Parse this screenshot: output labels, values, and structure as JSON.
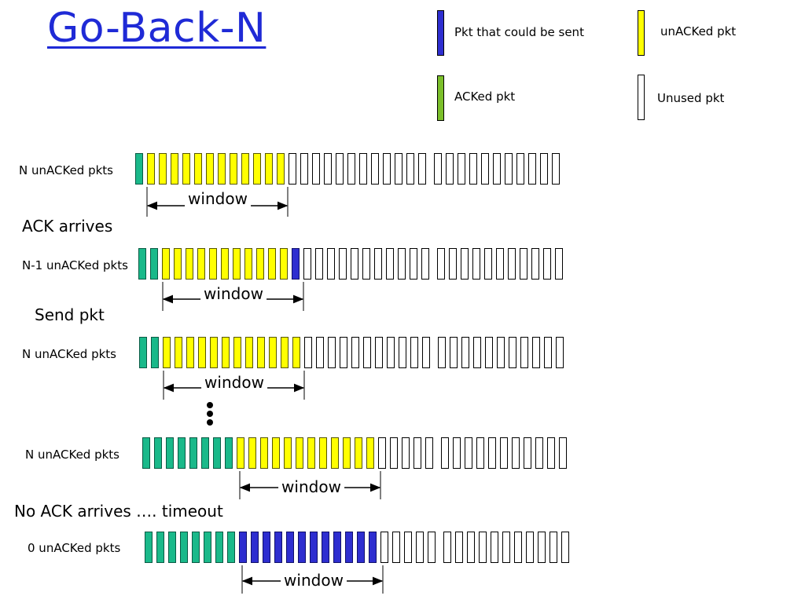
{
  "title": "Go-Back-N",
  "colors": {
    "acked": "#1ab98a",
    "unacked": "#ffff00",
    "sendable": "#2e2ed0",
    "unused": "#ffffff",
    "title": "#1f2ad6"
  },
  "legend": [
    {
      "key": "sendable",
      "label": "Pkt that could be sent"
    },
    {
      "key": "unacked",
      "label": "unACKed pkt"
    },
    {
      "key": "acked",
      "label": "ACKed pkt"
    },
    {
      "key": "unused",
      "label": "Unused pkt"
    }
  ],
  "captions": {
    "ack_arrives": "ACK arrives",
    "send_pkt": "Send pkt",
    "timeout": "No ACK arrives …. timeout"
  },
  "rows": [
    {
      "label": "N unACKed pkts",
      "acked": 1,
      "unacked": 12,
      "sendable": 0,
      "unused": 23,
      "window_label": "window"
    },
    {
      "label": "N-1 unACKed pkts",
      "acked": 2,
      "unacked": 11,
      "sendable": 1,
      "unused": 22,
      "window_label": "window"
    },
    {
      "label": "N unACKed pkts",
      "acked": 2,
      "unacked": 12,
      "sendable": 0,
      "unused": 22,
      "window_label": "window"
    },
    {
      "label": "N unACKed pkts",
      "acked": 8,
      "unacked": 12,
      "sendable": 0,
      "unused": 16,
      "window_label": "window"
    },
    {
      "label": "0 unACKed pkts",
      "acked": 8,
      "unacked": 0,
      "sendable": 12,
      "unused": 16,
      "window_label": "window"
    }
  ]
}
